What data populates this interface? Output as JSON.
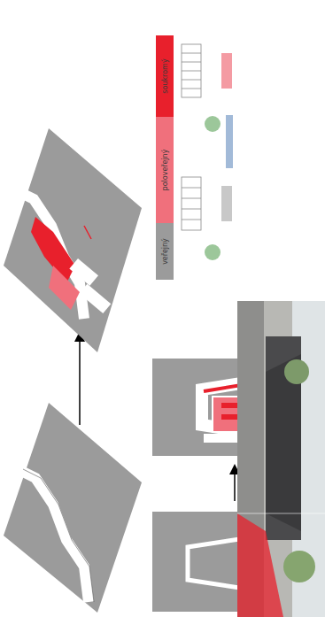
{
  "diagram": {
    "legend": [
      {
        "text": "veřejný",
        "color": "#9b9b9b"
      },
      {
        "text": "poloveřejný",
        "color": "#f0707c"
      },
      {
        "text": "soukromý",
        "color": "#e8202c"
      }
    ]
  }
}
